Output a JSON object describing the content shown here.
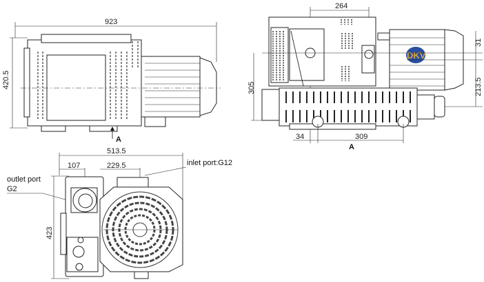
{
  "views": {
    "side_view": {
      "dimensions": {
        "overall_length": "923",
        "height": "420.5"
      },
      "view_marker": "A"
    },
    "top_view": {
      "dimensions": {
        "port_spacing": "264",
        "offset_top": "31",
        "offset_axis": "213.5",
        "depth": "305",
        "foot_offset": "34",
        "foot_spacing": "309"
      },
      "view_marker": "A",
      "logo_text": "DKV"
    },
    "end_view": {
      "dimensions": {
        "overall_width": "513.5",
        "outlet_offset": "107",
        "inlet_offset": "229.5",
        "height": "423"
      },
      "labels": {
        "inlet": "inlet port:G12",
        "outlet_line1": "outlet port",
        "outlet_line2": "G2"
      }
    }
  },
  "colors": {
    "logo_blue": "#2a4fa0",
    "logo_gold": "#d8a441"
  }
}
